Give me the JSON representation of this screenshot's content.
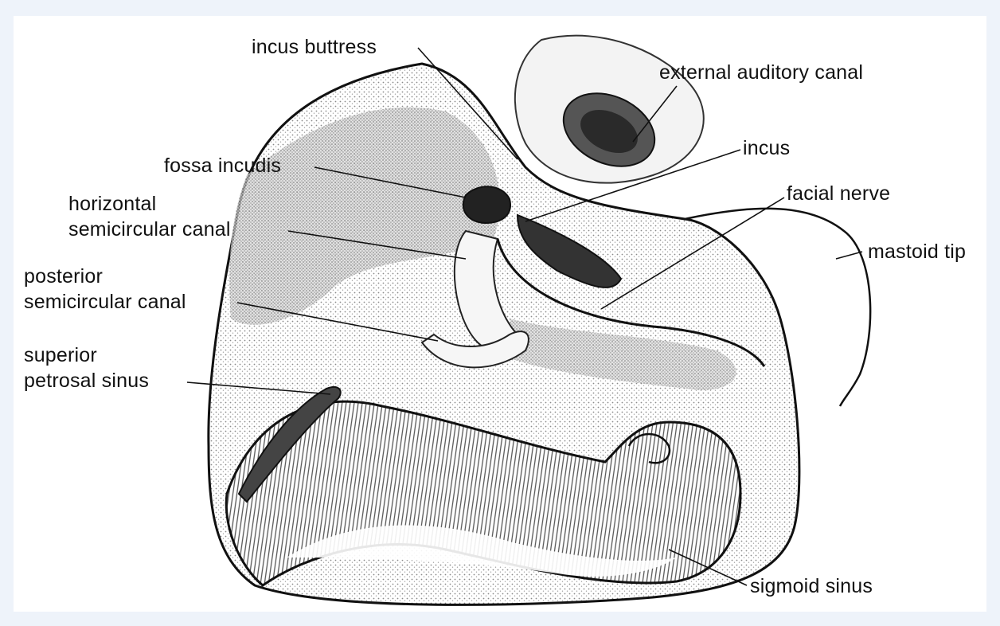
{
  "colors": {
    "frame": "#eef3fa",
    "background": "#ffffff",
    "ink": "#111111",
    "bone_stipple": "#9a9a9a",
    "sinus_hatch": "#444444"
  },
  "labels": {
    "incus_buttress": "incus buttress",
    "external_auditory_canal": "external auditory canal",
    "fossa_incudis": "fossa incudis",
    "incus": "incus",
    "facial_nerve": "facial nerve",
    "horizontal_canal_line1": "horizontal",
    "horizontal_canal_line2": "semicircular canal",
    "mastoid_tip": "mastoid tip",
    "posterior_canal_line1": "posterior",
    "posterior_canal_line2": "semicircular canal",
    "superior_sinus_line1": "superior",
    "superior_sinus_line2": "petrosal sinus",
    "sigmoid_sinus": "sigmoid sinus"
  }
}
